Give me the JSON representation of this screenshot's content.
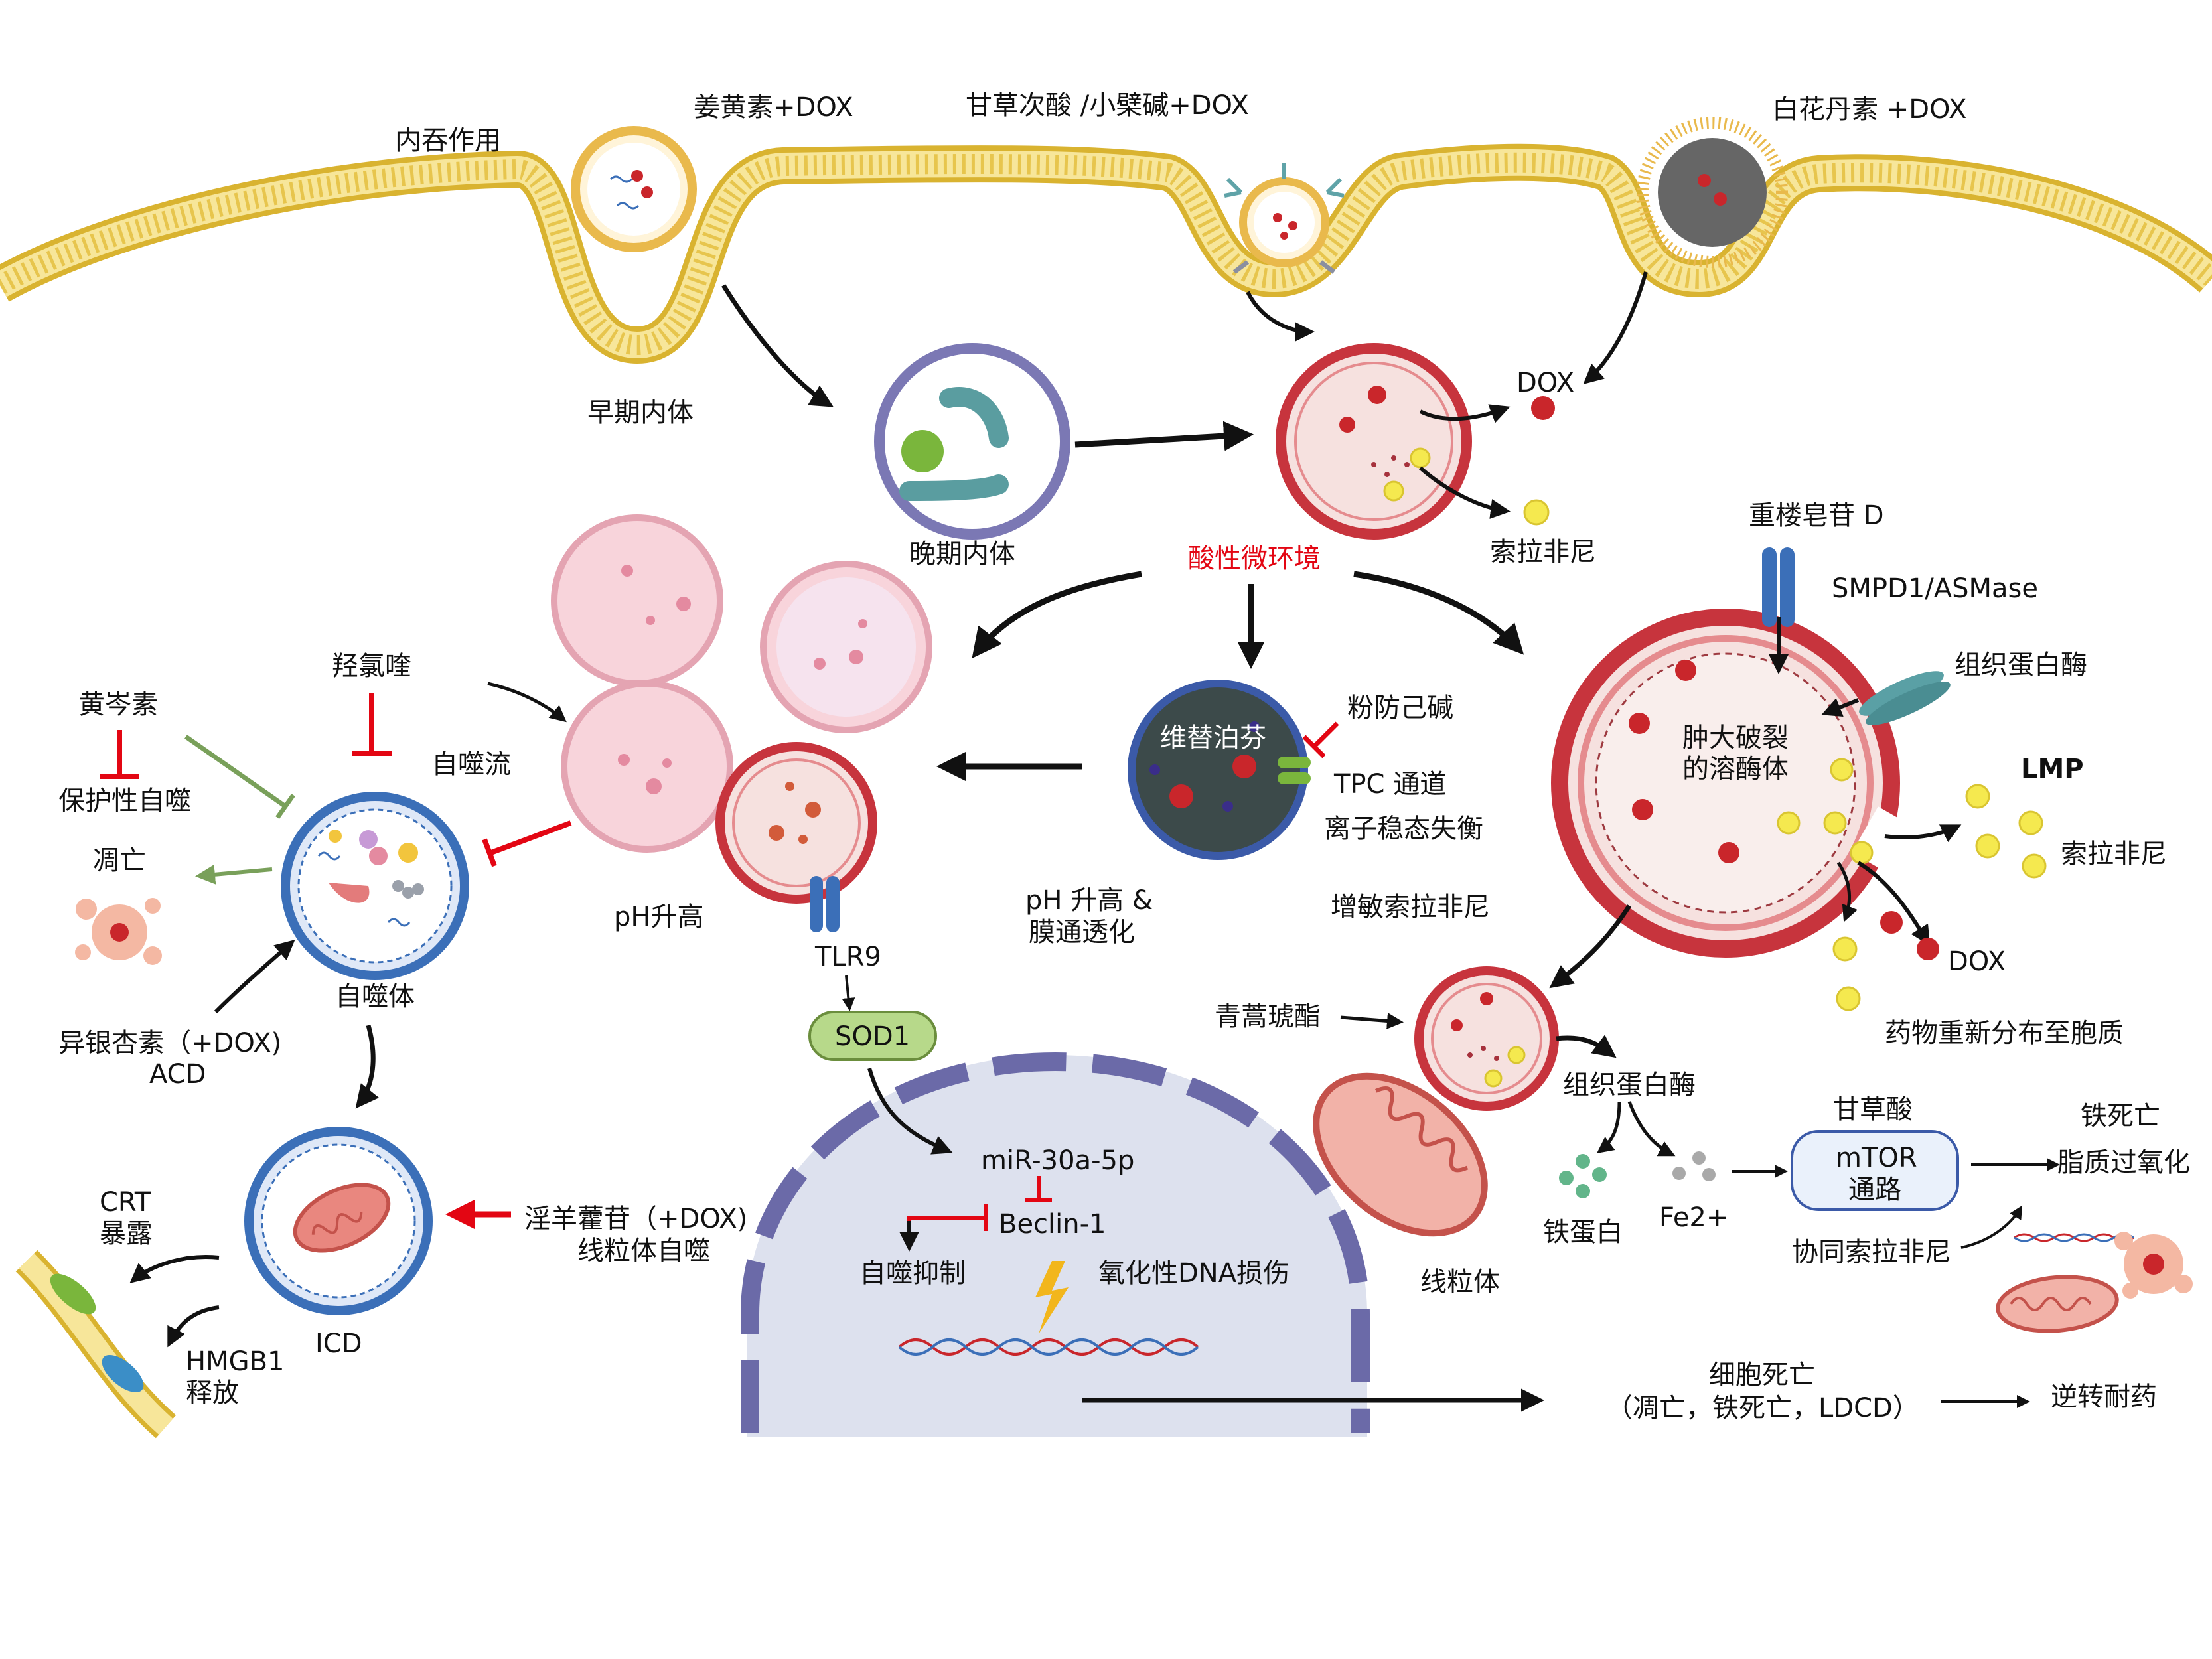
{
  "colors": {
    "membrane_fill": "#f5d96b",
    "membrane_edge": "#d9b330",
    "lysosome_red": "#c7343d",
    "lysosome_fill": "#f6e1df",
    "autophagy_pink": "#f1b6c3",
    "autophagosome_blue": "#3b6fb8",
    "endosome_purple": "#7b78b4",
    "nucleus_fill": "#dde1ee",
    "nucleus_edge": "#6b6aa8",
    "inhibit_red": "#e30613",
    "accent_red_text": "#e30613",
    "green_inhibit": "#79a05a",
    "sod1_green": "#b7d98a",
    "mtor_blue": "#eaf1fb",
    "dox_red": "#c9262b",
    "sorafenib_yellow": "#f5e94f"
  },
  "top": {
    "endocytosis": "内吞作用",
    "curcumin_dox": "姜黄素+DOX",
    "glycyrrhetinic_berberine_dox": "甘草次酸 /小檗碱+DOX",
    "plumbagin_dox": "白花丹素 +DOX"
  },
  "endosome": {
    "early": "早期内体",
    "late": "晚期内体"
  },
  "release": {
    "dox": "DOX",
    "sorafenib": "索拉非尼"
  },
  "acidic": {
    "label": "酸性微环境"
  },
  "right_lysosome": {
    "paris_saponin": "重楼皂苷 D",
    "smpd1": "SMPD1/ASMase",
    "cathepsin": "组织蛋白酶",
    "swollen_line1": "肿大破裂",
    "swollen_line2": "的溶酶体",
    "lmp": "LMP",
    "sorafenib": "索拉非尼",
    "dox": "DOX",
    "redistribution": "药物重新分布至胞质"
  },
  "vacuole": {
    "vatalanib": "维替泊芬",
    "pmh": "粉防己碱",
    "tpc": "TPC 通道",
    "ion": "离子稳态失衡",
    "ph_line1": "pH 升高 &",
    "ph_line2": "膜通透化",
    "sensitize": "增敏索拉非尼"
  },
  "autophagy": {
    "hcq": "羟氯喹",
    "baicalein": "黄岑素",
    "protective": "保护性自噬",
    "apoptosis": "凋亡",
    "flux": "自噬流",
    "autophagosome": "自噬体",
    "ph_up": "pH升高",
    "ginkgetin_line1": "异银杏素（+DOX)",
    "ginkgetin_line2": "ACD",
    "icd": "ICD",
    "crt_line1": "CRT",
    "crt_line2": "暴露",
    "hmgb1_line1": "HMGB1",
    "hmgb1_line2": "释放",
    "icariin_line1": "淫羊藿苷（+DOX)",
    "icariin_line2": "线粒体自噬"
  },
  "nucleus": {
    "tlr9": "TLR9",
    "sod1": "SOD1",
    "mir": "miR-30a-5p",
    "beclin": "Beclin-1",
    "autophagy_inhibit": "自噬抑制",
    "dna_damage": "氧化性DNA损伤"
  },
  "ferro": {
    "artesunate": "青蒿琥酯",
    "cathepsin": "组织蛋白酶",
    "ferritin": "铁蛋白",
    "fe2": "Fe2+",
    "mitochondria": "线粒体",
    "glycyrrhizic": "甘草酸",
    "mtor_line1": "mTOR",
    "mtor_line2": "通路",
    "ferroptosis": "铁死亡",
    "lipid_perox": "脂质过氧化",
    "synergy": "协同索拉非尼"
  },
  "bottom": {
    "death_line1": "细胞死亡",
    "death_line2": "（凋亡，铁死亡，LDCD）",
    "reverse": "逆转耐药"
  }
}
